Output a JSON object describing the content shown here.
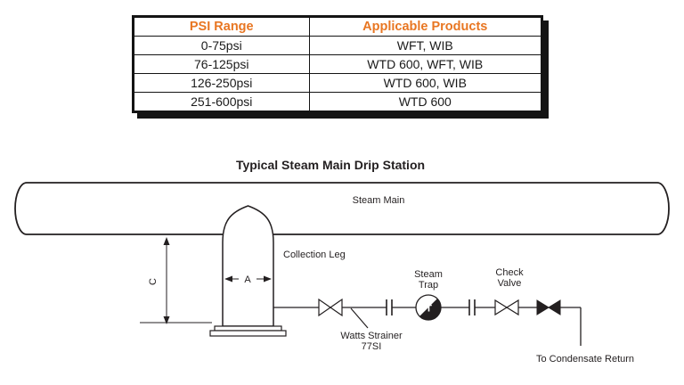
{
  "product_table": {
    "accent_color": "#E87622",
    "header": [
      "PSI Range",
      "Applicable Products"
    ],
    "rows": [
      [
        "0-75psi",
        "WFT, WIB"
      ],
      [
        "76-125psi",
        "WTD 600, WFT, WIB"
      ],
      [
        "126-250psi",
        "WTD 600, WIB"
      ],
      [
        "251-600psi",
        "WTD 600"
      ]
    ]
  },
  "diagram": {
    "title": "Typical Steam Main Drip Station",
    "labels": {
      "steam_main": "Steam Main",
      "collection_leg": "Collection Leg",
      "dimension_c": "C",
      "dimension_a": "A",
      "steam_trap": [
        "Steam",
        "Trap"
      ],
      "trap_symbol_letter": "T",
      "check_valve": [
        "Check",
        "Valve"
      ],
      "strainer": [
        "Watts Strainer",
        "77SI"
      ],
      "condensate_return": "To Condensate Return"
    }
  }
}
